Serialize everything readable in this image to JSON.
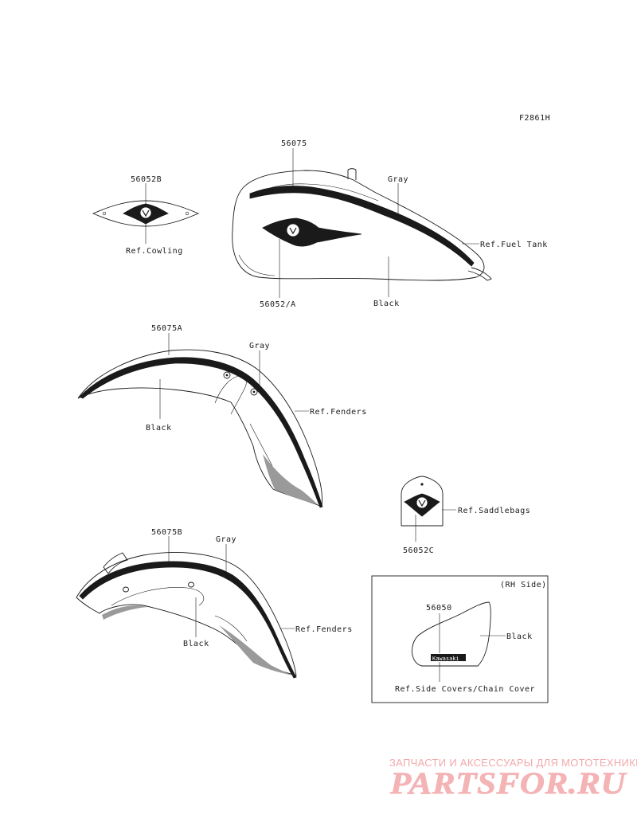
{
  "figure_code": "F2861H",
  "parts": {
    "tank_stripe": "56075",
    "cowling_emblem": "56052B",
    "tank_emblem": "56052/A",
    "front_fender_stripe": "56075A",
    "rear_fender_stripe": "56075B",
    "saddlebag_emblem": "56052C",
    "side_cover_emblem": "56050"
  },
  "labels": {
    "ref_cowling": "Ref.Cowling",
    "ref_fuel_tank": "Ref.Fuel Tank",
    "ref_fenders_front": "Ref.Fenders",
    "ref_fenders_rear": "Ref.Fenders",
    "ref_saddlebags": "Ref.Saddlebags",
    "ref_side_covers": "Ref.Side Covers/Chain Cover",
    "rh_side": "(RH Side)",
    "kawasaki_logo": "Kawasaki"
  },
  "colors_text": {
    "tank_gray": "Gray",
    "tank_black": "Black",
    "front_gray": "Gray",
    "front_black": "Black",
    "rear_gray": "Gray",
    "rear_black": "Black",
    "side_black": "Black"
  },
  "watermark": {
    "line1": "ЗАПЧАСТИ И АКСЕССУАРЫ ДЛЯ МОТОТЕХНИКИ",
    "line2": "PARTSFOR.RU"
  },
  "palette": {
    "ink": "#1a1a1a",
    "watermark": "#f1a9ab"
  }
}
